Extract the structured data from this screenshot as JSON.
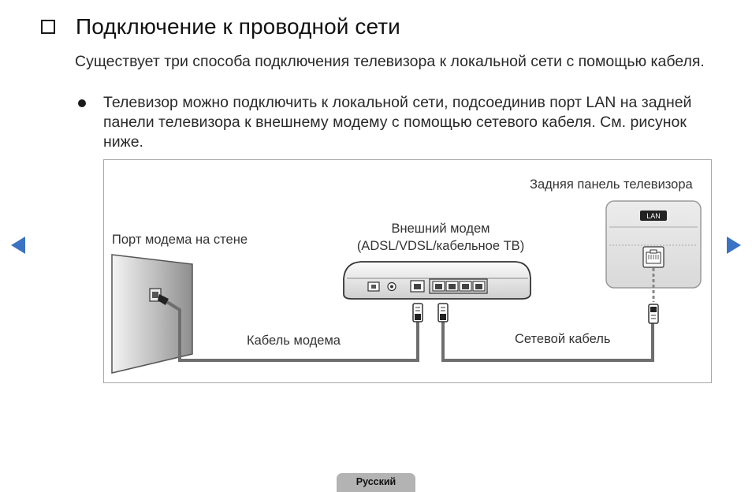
{
  "heading": {
    "title": "Подключение к проводной сети"
  },
  "intro": "Существует три способа подключения телевизора к локальной сети с помощью кабеля.",
  "bullet": "Телевизор можно подключить к локальной сети, подсоединив порт LAN на задней панели телевизора к внешнему модему с помощью сетевого кабеля. См. рисунок ниже.",
  "figure": {
    "wall_port_label": "Порт модема на стене",
    "modem_label_line1": "Внешний модем",
    "modem_label_line2": "(ADSL/VDSL/кабельное ТВ)",
    "tv_panel_label": "Задняя панель телевизора",
    "lan_badge": "LAN",
    "modem_cable_label": "Кабель модема",
    "network_cable_label": "Сетевой кабель"
  },
  "footer": {
    "language_tab": "Русский"
  }
}
